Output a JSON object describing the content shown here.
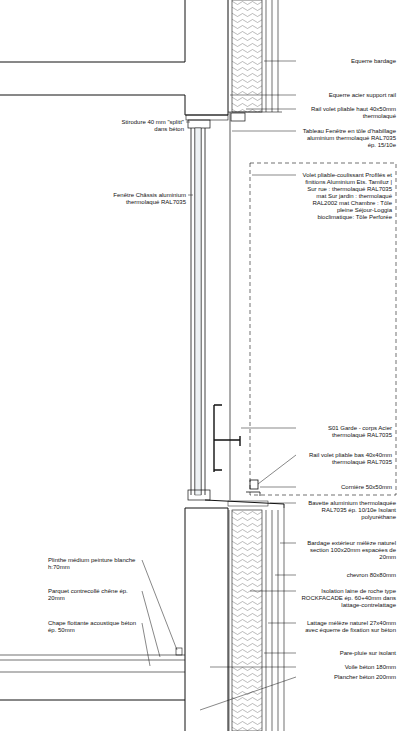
{
  "diagram": {
    "labels": [
      "Equerre bardage",
      "Equerre acier support rail",
      "Rail volet pliable haut 40x50mm thermolaqué",
      "Tableau Fenêtre en tôle d'habillage aluminium thermolaqué RAL7035 ép. 15/10e",
      "Stirodure 40 mm \"splitt\" dans béton",
      "Volet pliable-coulissant Profilés et finitions Aluminium Ets. Tamiluz | Sur rue : thermolaqué RAL7035 mat Sur jardin : thermolaqué RAL2002 mat Chambre : Tôle pleine Séjour-Loggia bioclimatique: Tôle Perforée",
      "Fenêtre Châssis aluminium thermolaqué RAL7035",
      "S01 Garde - corps Acier thermolaqué RAL7035",
      "Rail volet pliable bas 40x40mm thermolaqué RAL7035",
      "Cornière 50x50mm",
      "Bavette aluminium thermolaquée RAL7035 ép. 10/10e Isolant polyuréthane",
      "Bardage extérieur mélèze naturel section 100x20mm espacées de 20mm",
      "chevron 80x80mm",
      "Isolation laine de roche type ROCKFACADE ép. 60+40mm dans lattage-contrelattage",
      "Lattage mélèze naturel 27x40mm avec équerre de fixation sur béton",
      "Pare-pluie sur isolant",
      "Voile béton 180mm",
      "Plancher béton 200mm",
      "Plinthe médium peinture blanche h:70mm",
      "Parquet contrecollé chêne ép. 20mm",
      "Chape flottante acoustique béton ép. 50mm"
    ]
  }
}
